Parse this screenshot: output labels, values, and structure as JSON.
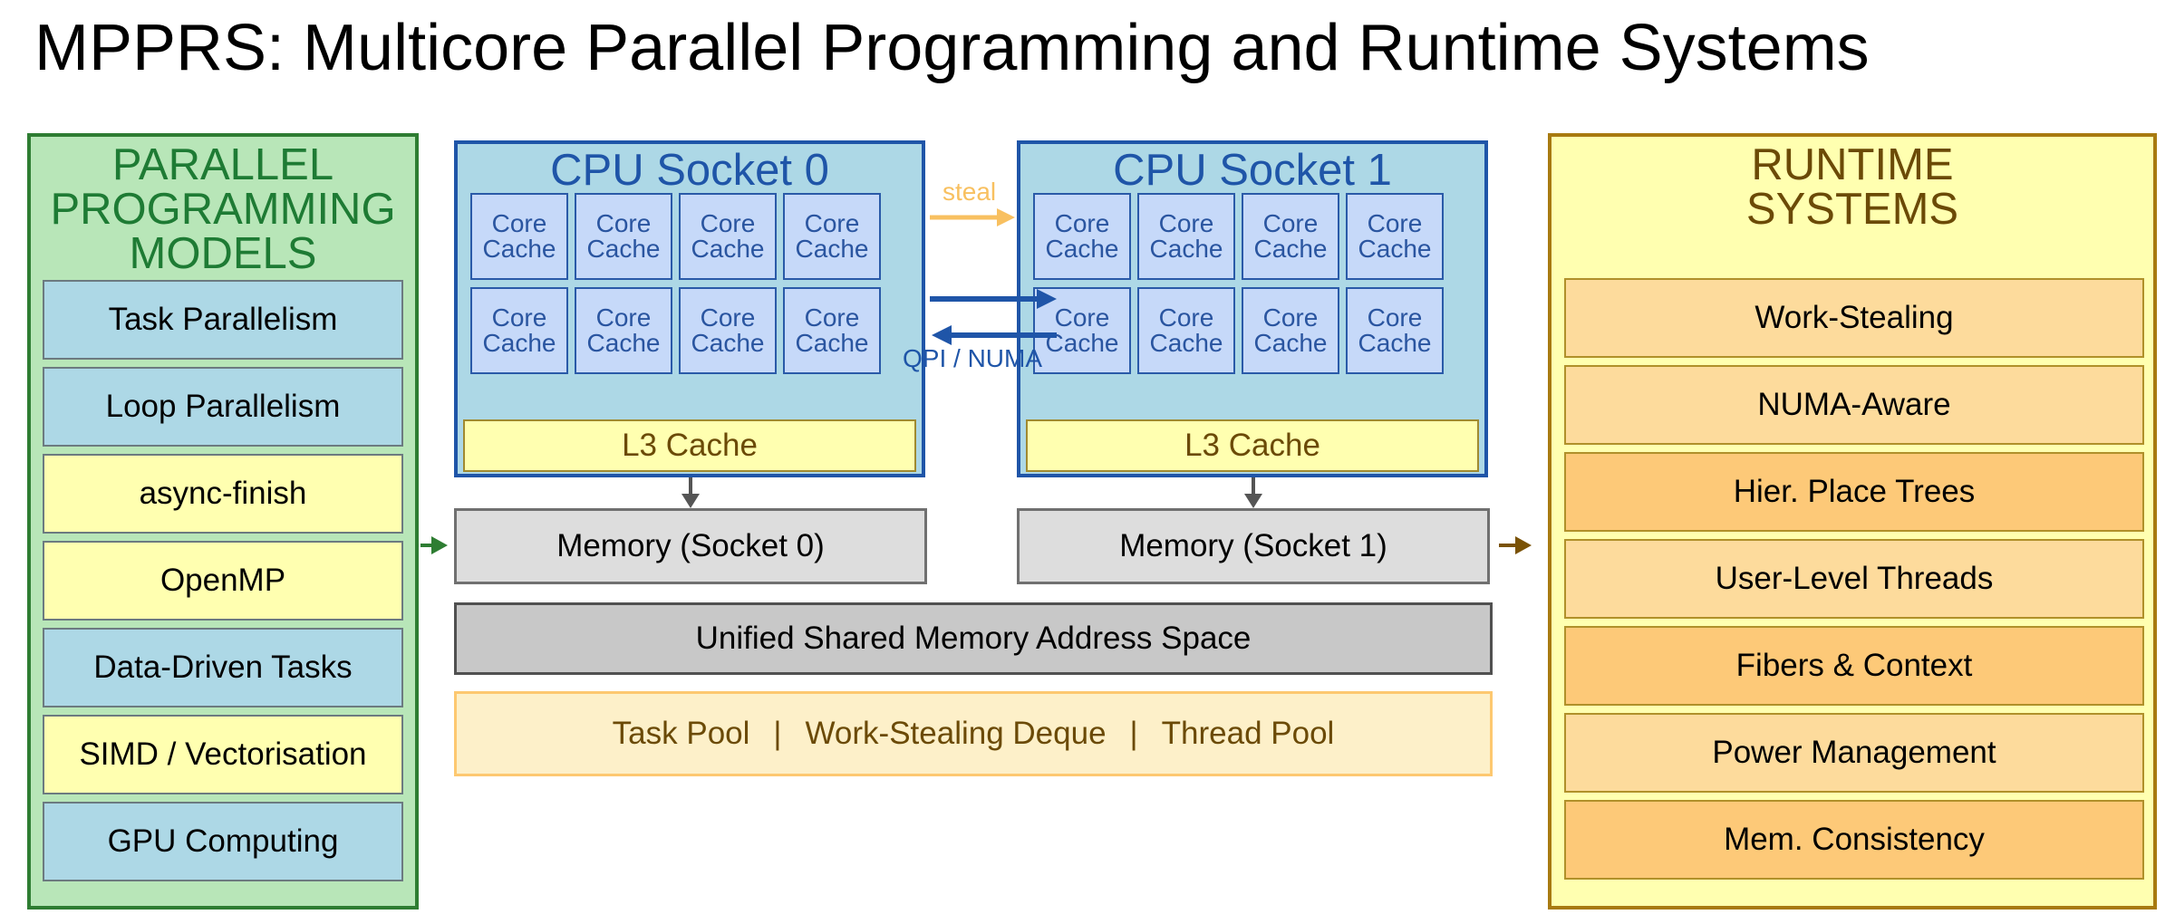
{
  "title": "MPPRS: Multicore Parallel Programming and Runtime Systems",
  "left_panel": {
    "heading": [
      "PARALLEL",
      "PROGRAMMING",
      "MODELS"
    ],
    "items": [
      {
        "label": "Task Parallelism",
        "color": "#add8e6"
      },
      {
        "label": "Loop Parallelism",
        "color": "#add8e6"
      },
      {
        "label": "async-finish",
        "color": "#ffffb0"
      },
      {
        "label": "OpenMP",
        "color": "#ffffb0"
      },
      {
        "label": "Data-Driven Tasks",
        "color": "#add8e6"
      },
      {
        "label": "SIMD / Vectorisation",
        "color": "#ffffb0"
      },
      {
        "label": "GPU Computing",
        "color": "#add8e6"
      }
    ]
  },
  "right_panel": {
    "heading": [
      "RUNTIME",
      "SYSTEMS"
    ],
    "items": [
      {
        "label": "Work-Stealing",
        "color": "#fddb9c"
      },
      {
        "label": "NUMA-Aware",
        "color": "#fddb9c"
      },
      {
        "label": "Hier. Place Trees",
        "color": "#fdc978"
      },
      {
        "label": "User-Level Threads",
        "color": "#fddb9c"
      },
      {
        "label": "Fibers & Context",
        "color": "#fdc978"
      },
      {
        "label": "Power Management",
        "color": "#fddb9c"
      },
      {
        "label": "Mem. Consistency",
        "color": "#fdc978"
      }
    ]
  },
  "sockets": [
    {
      "title": "CPU Socket 0",
      "core_label": "Core",
      "cache_label": "Cache",
      "l3": "L3 Cache",
      "memory": "Memory (Socket 0)"
    },
    {
      "title": "CPU Socket 1",
      "core_label": "Core",
      "cache_label": "Cache",
      "l3": "L3 Cache",
      "memory": "Memory (Socket 1)"
    }
  ],
  "interconnect": {
    "steal_label": "steal",
    "qpi_label": "QPI / NUMA"
  },
  "unified_memory": "Unified Shared Memory Address Space",
  "task_pool": {
    "items": [
      "Task Pool",
      "Work-Stealing Deque",
      "Thread Pool"
    ],
    "separator": "|"
  },
  "colors": {
    "green_border": "#2e7d32",
    "gold_border": "#a87a10",
    "socket_blue": "#1f55a8",
    "steal_arrow": "#f8c060",
    "memory_arrow": "#555555"
  }
}
